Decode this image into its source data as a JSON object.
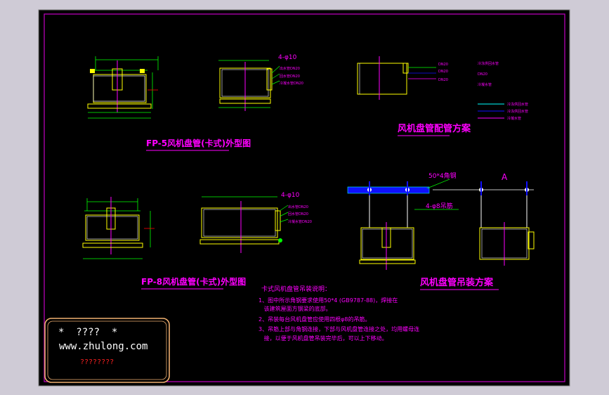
{
  "colors": {
    "background": "#000000",
    "frame": "#b400b4",
    "body_outline": "#ffffff",
    "unit_yellow": "#ffff00",
    "dimension": "#00ff00",
    "label_magenta": "#ff00ff",
    "pipe_blue": "#1010ff",
    "red": "#ff2020",
    "cyan": "#00ffff",
    "outer_bg": "#cfcbd6"
  },
  "titles": {
    "fp5": "FP-5风机盘管(卡式)外型图",
    "fp8": "FP-8风机盘管(卡式)外型图",
    "piping": "风机盘管配管方案",
    "hanging": "风机盘管吊装方案"
  },
  "callouts": {
    "holes_a": "4-φ10",
    "holes_b": "4-φ10",
    "angle_steel": "50*4角钢",
    "rod": "4-φ8吊筋",
    "view": "A",
    "pipe_labels_fp5": [
      "出水管DN20",
      "回水管DN20",
      "冷凝水管DN20"
    ],
    "pipe_labels_fp8": [
      "出水管DN20",
      "回水管DN20",
      "冷凝水管DN20"
    ],
    "piping_dn": [
      "DN20",
      "DN20",
      "DN20"
    ],
    "piping_legend": [
      "冷冻供回水管",
      "冷冻供回水管",
      "冷凝水管"
    ],
    "piping_right_notes": [
      "冷冻供回水管",
      "DN20",
      "冷凝水管"
    ]
  },
  "notes": {
    "title": "卡式风机盘管吊装说明：",
    "lines": [
      "1、图中所示角钢要求使用50*4 (GB9787-88)，焊接在",
      "   该建筑屋面方钢梁的底部。",
      "2、吊装每台风机盘管应使用四根φ8的吊筋。",
      "3、吊筋上部与角钢连接，下部与风机盘管连接之处，均用螺母连",
      "   接，以便于风机盘管吊装完毕后，可以上下移动。"
    ]
  },
  "watermark": {
    "line1": "*  ????  *",
    "url": "www.zhulong.com",
    "line3": "????????"
  }
}
